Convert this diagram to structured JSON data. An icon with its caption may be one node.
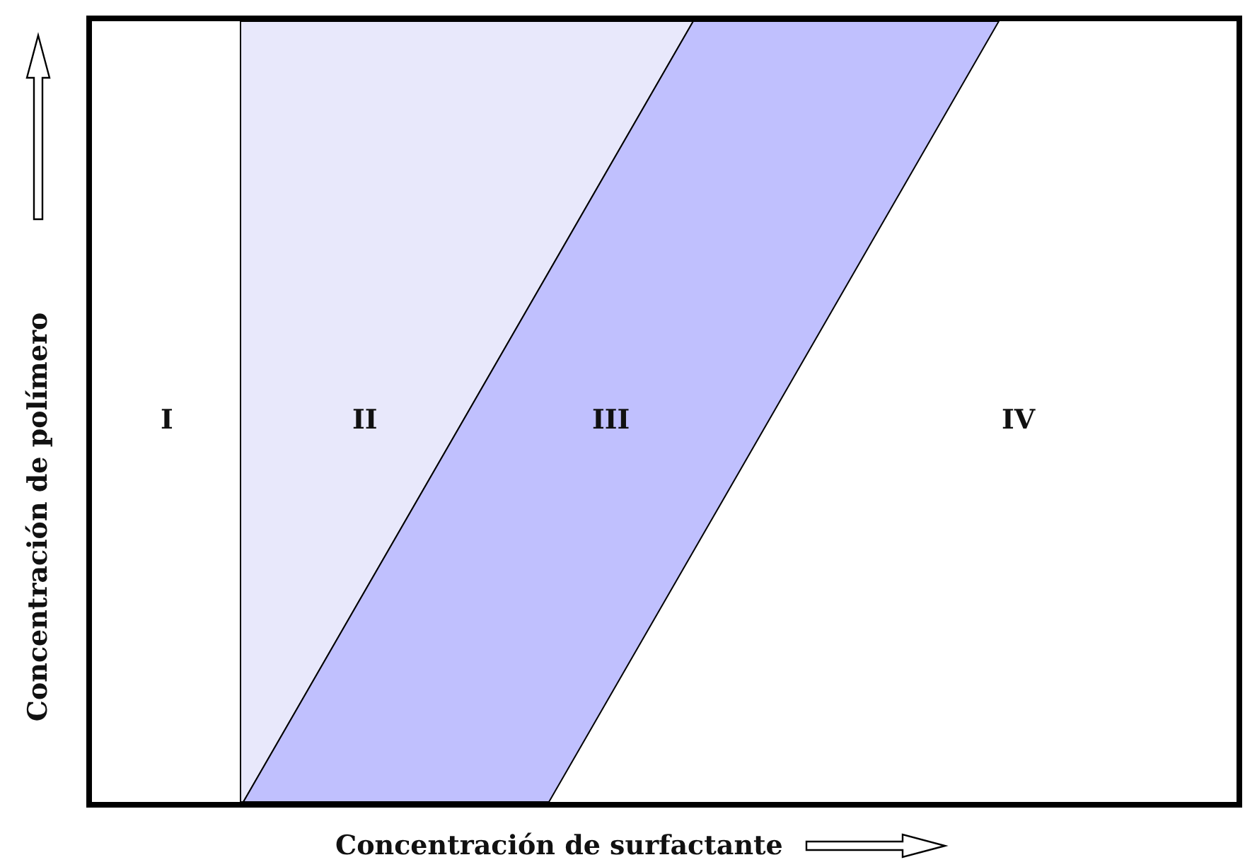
{
  "diagram": {
    "labels": [
      "I",
      "II",
      "III",
      "IV",
      "Concentración de polímero",
      "Concentración de surfactante"
    ]
  }
}
